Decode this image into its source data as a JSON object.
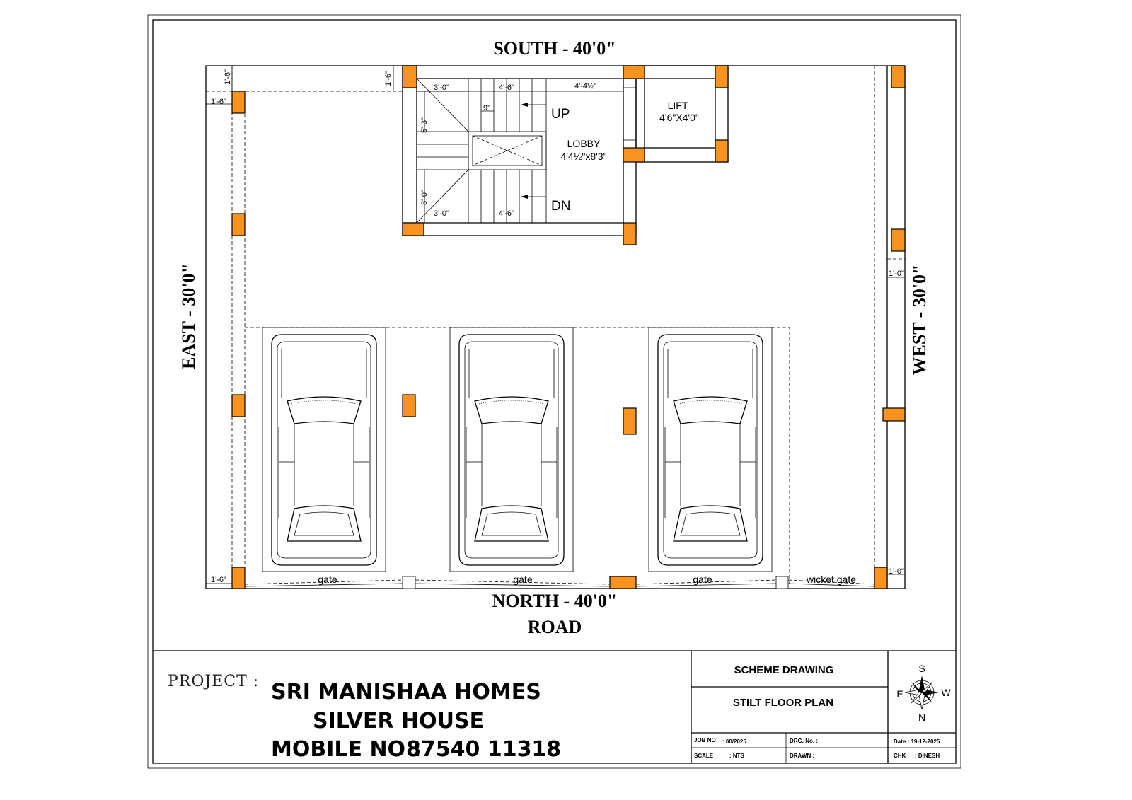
{
  "plan": {
    "south_label": "SOUTH - 40'0\"",
    "north_label": "NORTH - 40'0\"",
    "east_label": "EAST - 30'0\"",
    "west_label": "WEST - 30'0\"",
    "road_label": "ROAD",
    "dims": {
      "d1": "1'-6\"",
      "d2": "1'-6\"",
      "d3": "1'-6\"",
      "d4": "1'-6\"",
      "d5": "1'-0\"",
      "d6": "1'-0\"",
      "stair_top_a": "3'-0\"",
      "stair_top_b": "4'-6\"",
      "stair_top_c": "4'-4½\"",
      "tread": "9\"",
      "stair_side_a": "5'-3\"",
      "stair_side_b": "3'-0\"",
      "stair_bot_a": "3'-0\"",
      "stair_bot_b": "4'-6\""
    },
    "up_label": "UP",
    "dn_label": "DN",
    "lobby_name": "LOBBY",
    "lobby_size": "4'4½\"x8'3\"",
    "lift_name": "LIFT",
    "lift_size": "4'6\"X4'0\"",
    "gate_labels": [
      "gate",
      "gate",
      "gate",
      "wicket gate"
    ]
  },
  "title_block": {
    "project_label": "PROJECT :",
    "project_name": "SRI MANISHAA HOMES",
    "house_name": "SILVER HOUSE",
    "mobile_label": "MOBILE NO :",
    "mobile_number": "87540 11318",
    "drawing_type": "SCHEME DRAWING",
    "drawing_title": "STILT FLOOR PLAN",
    "job_no_label": "JOB NO",
    "job_no_value": ": 00/2025",
    "drg_no_label": "DRG. No. :",
    "date_text": "Date : 19-12-2025",
    "scale_label": "SCALE",
    "scale_value": ": NTS",
    "drawn_label": "DRAWN :",
    "chk_label": "CHK",
    "chk_value": ": DINESH",
    "compass": {
      "top": "S",
      "left": "E",
      "right": "W",
      "bottom": "N"
    }
  },
  "colors": {
    "column": "#f7931e",
    "line": "#000000"
  }
}
